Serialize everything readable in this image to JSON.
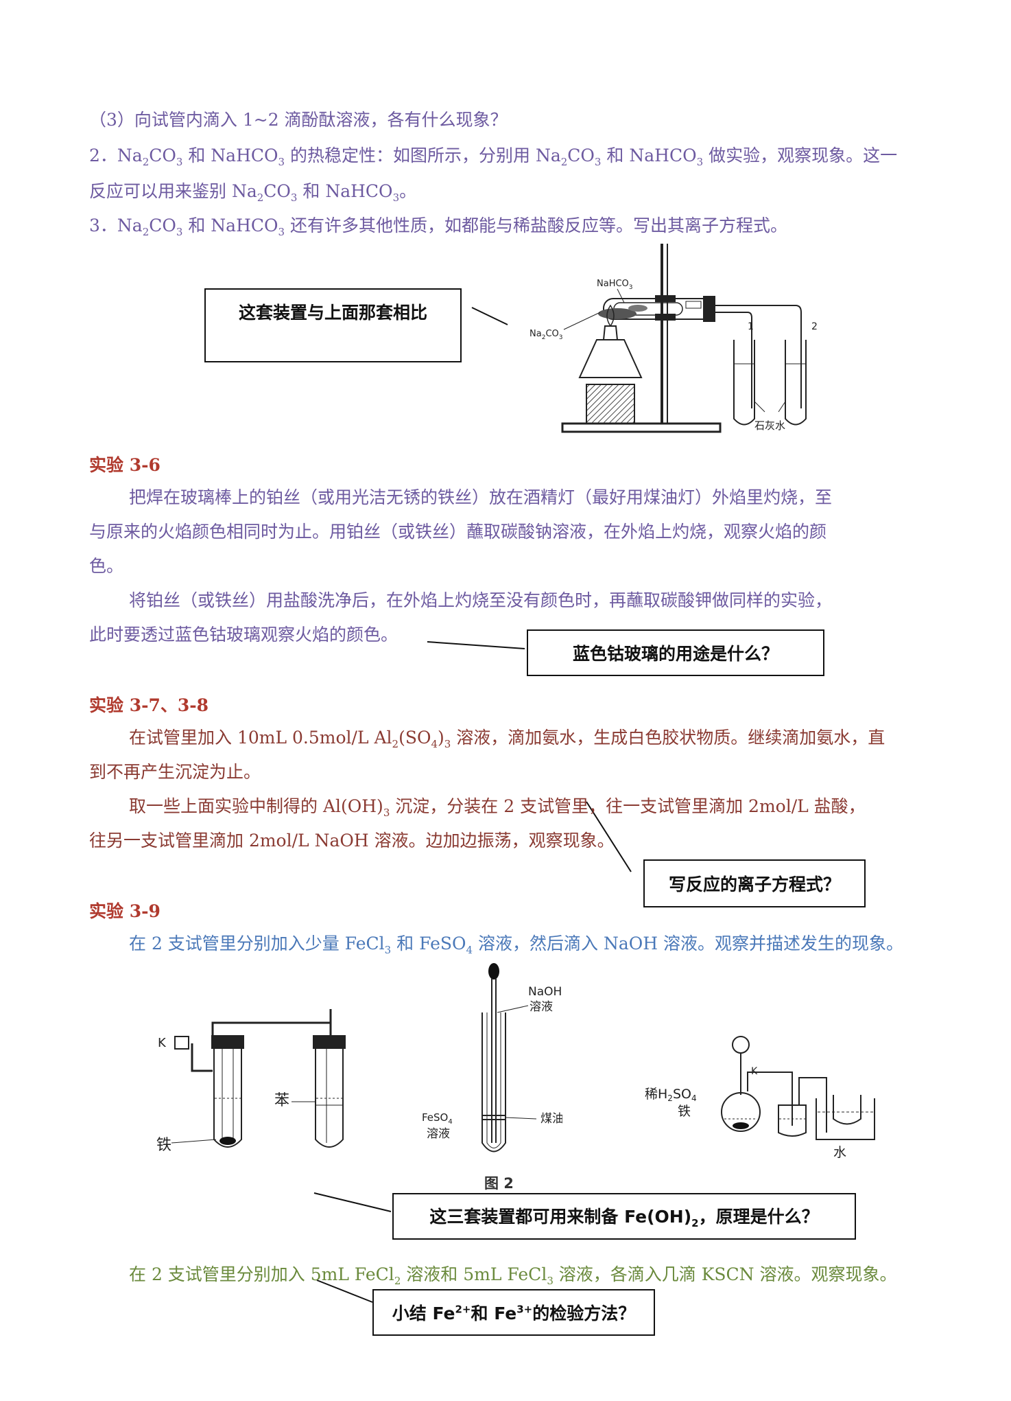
{
  "para": {
    "q3": "（3）向试管内滴入 1~2 滴酚酞溶液，各有什么现象？",
    "item2_a": "2．Na",
    "item2_b": "CO",
    "item2_c": " 和 NaHCO",
    "item2_d": " 的热稳定性：如图所示，分别用 Na",
    "item2_e": "CO",
    "item2_f": " 和 NaHCO",
    "item2_g": " 做实验，观察现象。这一",
    "item2_line2a": "反应可以用来鉴别 Na",
    "item2_line2b": "CO",
    "item2_line2c": " 和 NaHCO",
    "item2_line2d": "。",
    "item3_a": "3．Na",
    "item3_b": "CO",
    "item3_c": " 和 NaHCO",
    "item3_d": " 还有许多其他性质，如都能与稀盐酸反应等。写出其离子方程式。",
    "sub2": "2",
    "sub3": "3"
  },
  "box1": {
    "text": "这套装置与上面那套相比"
  },
  "fig1": {
    "nahco3": "NaHCO",
    "na2co3": "Na",
    "co3": "CO",
    "tube1": "1",
    "tube2": "2",
    "limewater": "石灰水"
  },
  "exp36": {
    "title": "实验 3-6",
    "p1_l1": "把焊在玻璃棒上的铂丝（或用光洁无锈的铁丝）放在酒精灯（最好用煤油灯）外焰里灼烧，至",
    "p1_l2": "与原来的火焰颜色相同时为止。用铂丝（或铁丝）蘸取碳酸钠溶液，在外焰上灼烧，观察火焰的颜",
    "p1_l3": "色。",
    "p2_l1": "将铂丝（或铁丝）用盐酸洗净后，在外焰上灼烧至没有颜色时，再蘸取碳酸钾做同样的实验，",
    "p2_l2": "此时要透过蓝色钴玻璃观察火焰的颜色。",
    "box": "蓝色钴玻璃的用途是什么？"
  },
  "exp378": {
    "title": "实验 3-7、3-8",
    "p1_a": "在试管里加入 10mL 0.5mol/L Al",
    "p1_b": "(SO",
    "p1_c": ")",
    "p1_d": " 溶液，滴加氨水，生成白色胶状物质。继续滴加氨水，直",
    "p1_l2": "到不再产生沉淀为止。",
    "p2_a": "取一些上面实验中制得的 Al(OH)",
    "p2_b": " 沉淀，分装在 2 支试管里，往一支试管里滴加 2mol/L 盐酸，",
    "p2_l2": "往另一支试管里滴加 2mol/L NaOH 溶液。边加边振荡，观察现象。",
    "box": "写反应的离子方程式？",
    "sub4": "4"
  },
  "exp39": {
    "title": "实验 3-9",
    "p1_a": "在 2 支试管里分别加入少量 FeCl",
    "p1_b": " 和 FeSO",
    "p1_c": " 溶液，然后滴入 NaOH 溶液。观察并描述发生的现象。"
  },
  "fig2": {
    "k": "K",
    "iron": "铁",
    "benzene": "苯",
    "naoh": "NaOH",
    "solution": "溶液",
    "feso4": "FeSO",
    "kerosene": "煤油",
    "caption": "图 2",
    "dilute_h2so4": "稀H",
    "so": "SO",
    "iron2": "铁",
    "water": "水"
  },
  "box3": {
    "a": "这三套装置都可用来制备 Fe(OH)",
    "b": "，原理是什么？"
  },
  "last": {
    "a": "在 2 支试管里分别加入 5mL FeCl",
    "b": " 溶液和 5mL FeCl",
    "c": " 溶液，各滴入几滴 KSCN 溶液。观察现象。"
  },
  "box4": {
    "a": "小结 Fe",
    "sup1": "2+",
    "b": "和 Fe",
    "sup2": "3+",
    "c": "的检验方法？"
  }
}
